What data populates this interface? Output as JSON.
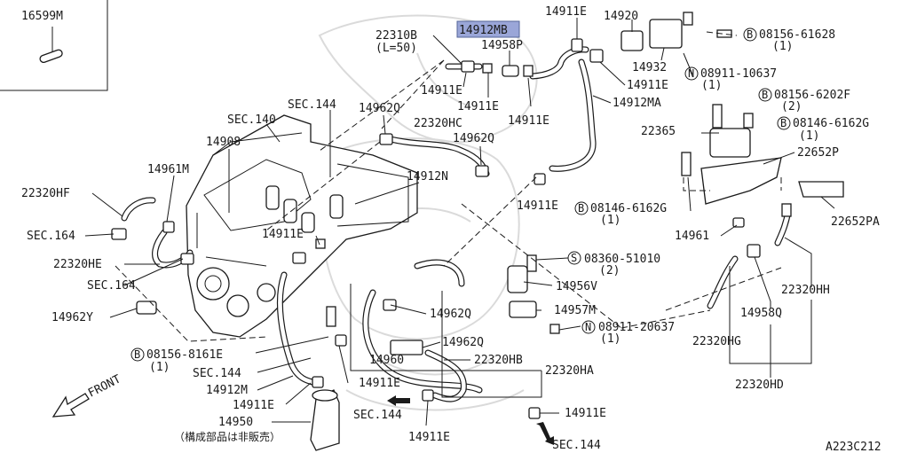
{
  "diagram": {
    "inset_part": "16599M",
    "highlighted_part": "14912MB",
    "footer_code": "A223C212",
    "labels": {
      "l22310B": "22310B",
      "l50": "(L=50)",
      "l14958P": "14958P",
      "l14911E_top": "14911E",
      "l14920": "14920",
      "l08156_61628": "08156-61628",
      "l1a": "(1)",
      "l14932": "14932",
      "l08911_10637": "08911-10637",
      "l1b": "(1)",
      "l14911E_a": "14911E",
      "l14911E_b": "14911E",
      "l14911E_c": "14911E",
      "l14911E_r": "14911E",
      "l14912MA": "14912MA",
      "l08156_6202F": "08156-6202F",
      "l2a": "(2)",
      "l08146_6162G_a": "08146-6162G",
      "l1c": "(1)",
      "l22365": "22365",
      "l22652P": "22652P",
      "l22652PA": "22652PA",
      "l14961": "14961",
      "l08146_6162G_b": "08146-6162G",
      "l1d": "(1)",
      "lSEC144_top": "SEC.144",
      "l14962Q_a": "14962Q",
      "l22320HC": "22320HC",
      "l14962Q_b": "14962Q",
      "lSEC140": "SEC.140",
      "l14908": "14908",
      "l14912N": "14912N",
      "l14961M": "14961M",
      "l22320HF": "22320HF",
      "lSEC164_a": "SEC.164",
      "l14911E_m": "14911E",
      "l22320HE": "22320HE",
      "lSEC164_b": "SEC.164",
      "l14962Y": "14962Y",
      "l08156_8161E": "08156-8161E",
      "l1e": "(1)",
      "lSEC144_a": "SEC.144",
      "l14912M": "14912M",
      "l14911E_l": "14911E",
      "l14950": "14950",
      "jp_note": "（構成部品は非販売）",
      "l14911E_lb": "14911E",
      "lSEC144_b": "SEC.144",
      "l14911E_bot": "14911E",
      "l14911E_br": "14911E",
      "lSEC144_c": "SEC.144",
      "l08360_51010": "08360-51010",
      "l2b": "(2)",
      "l14956V": "14956V",
      "l14957M": "14957M",
      "l14962Q_c": "14962Q",
      "l08911_20637": "08911-20637",
      "l1f": "(1)",
      "l14962Q_d": "14962Q",
      "l14960": "14960",
      "l22320HB": "22320HB",
      "l22320HA": "22320HA",
      "l22320HH": "22320HH",
      "l14958Q": "14958Q",
      "l22320HG": "22320HG",
      "l22320HD": "22320HD",
      "front": "FRONT",
      "sym_B": "B",
      "sym_N": "N",
      "sym_S": "S"
    }
  }
}
